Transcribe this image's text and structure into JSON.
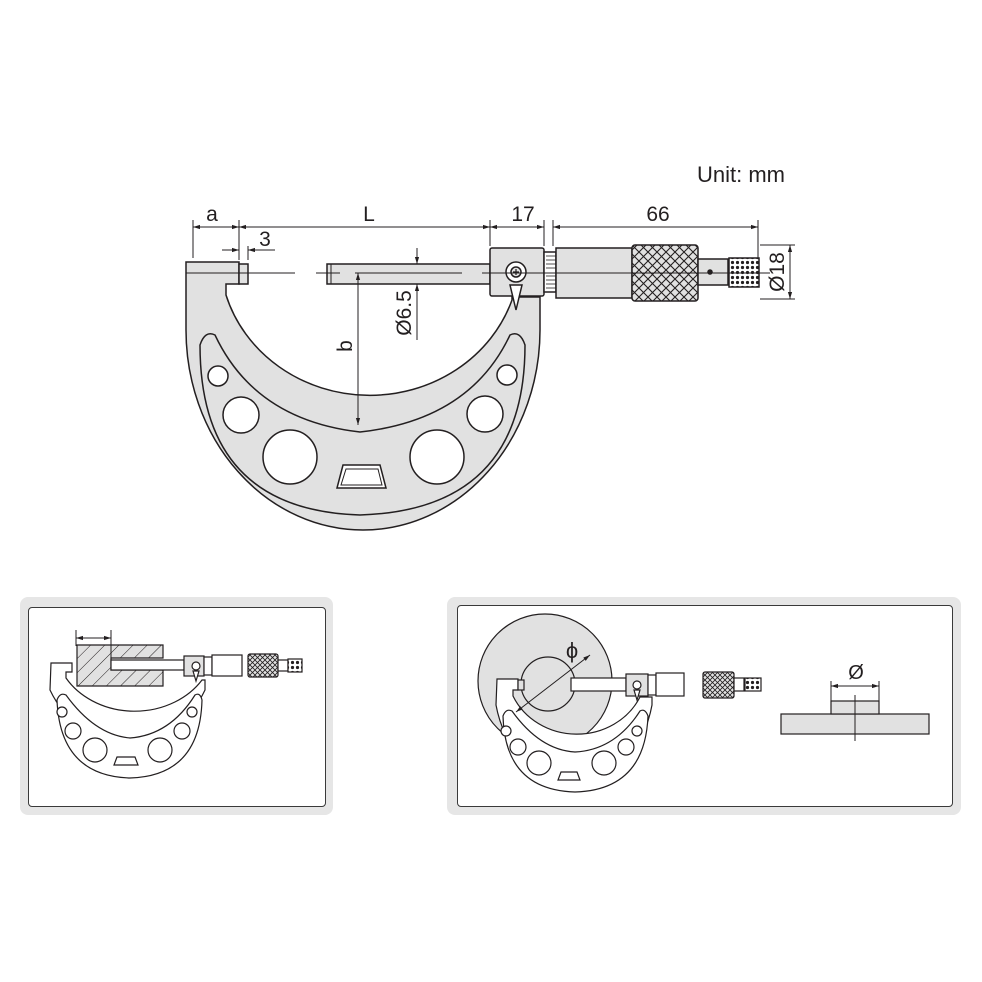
{
  "diagram": {
    "subject": "outside micrometer with disc/blade-style anvils — dimensional drawing",
    "unit_label": "Unit: mm",
    "dimensions": {
      "a": "a",
      "L": "L",
      "anvil_offset": "3",
      "spindle_diameter": "Ø6.5",
      "b": "b",
      "sleeve_length": "17",
      "thimble_length": "66",
      "thimble_diameter": "Ø18"
    },
    "colors": {
      "body_fill": "#e1e1e1",
      "line": "#231f20",
      "panel_bg": "#e6e6e6",
      "panel_inner": "#ffffff"
    }
  },
  "usage_panels": [
    {
      "id": "left",
      "description": "measuring groove/slot width with spindle",
      "labels": []
    },
    {
      "id": "right",
      "description": "measuring diameter of boss on a disc",
      "labels": {
        "phi_in_disc": "ϕ",
        "phi_boss": "Ø"
      }
    }
  ]
}
